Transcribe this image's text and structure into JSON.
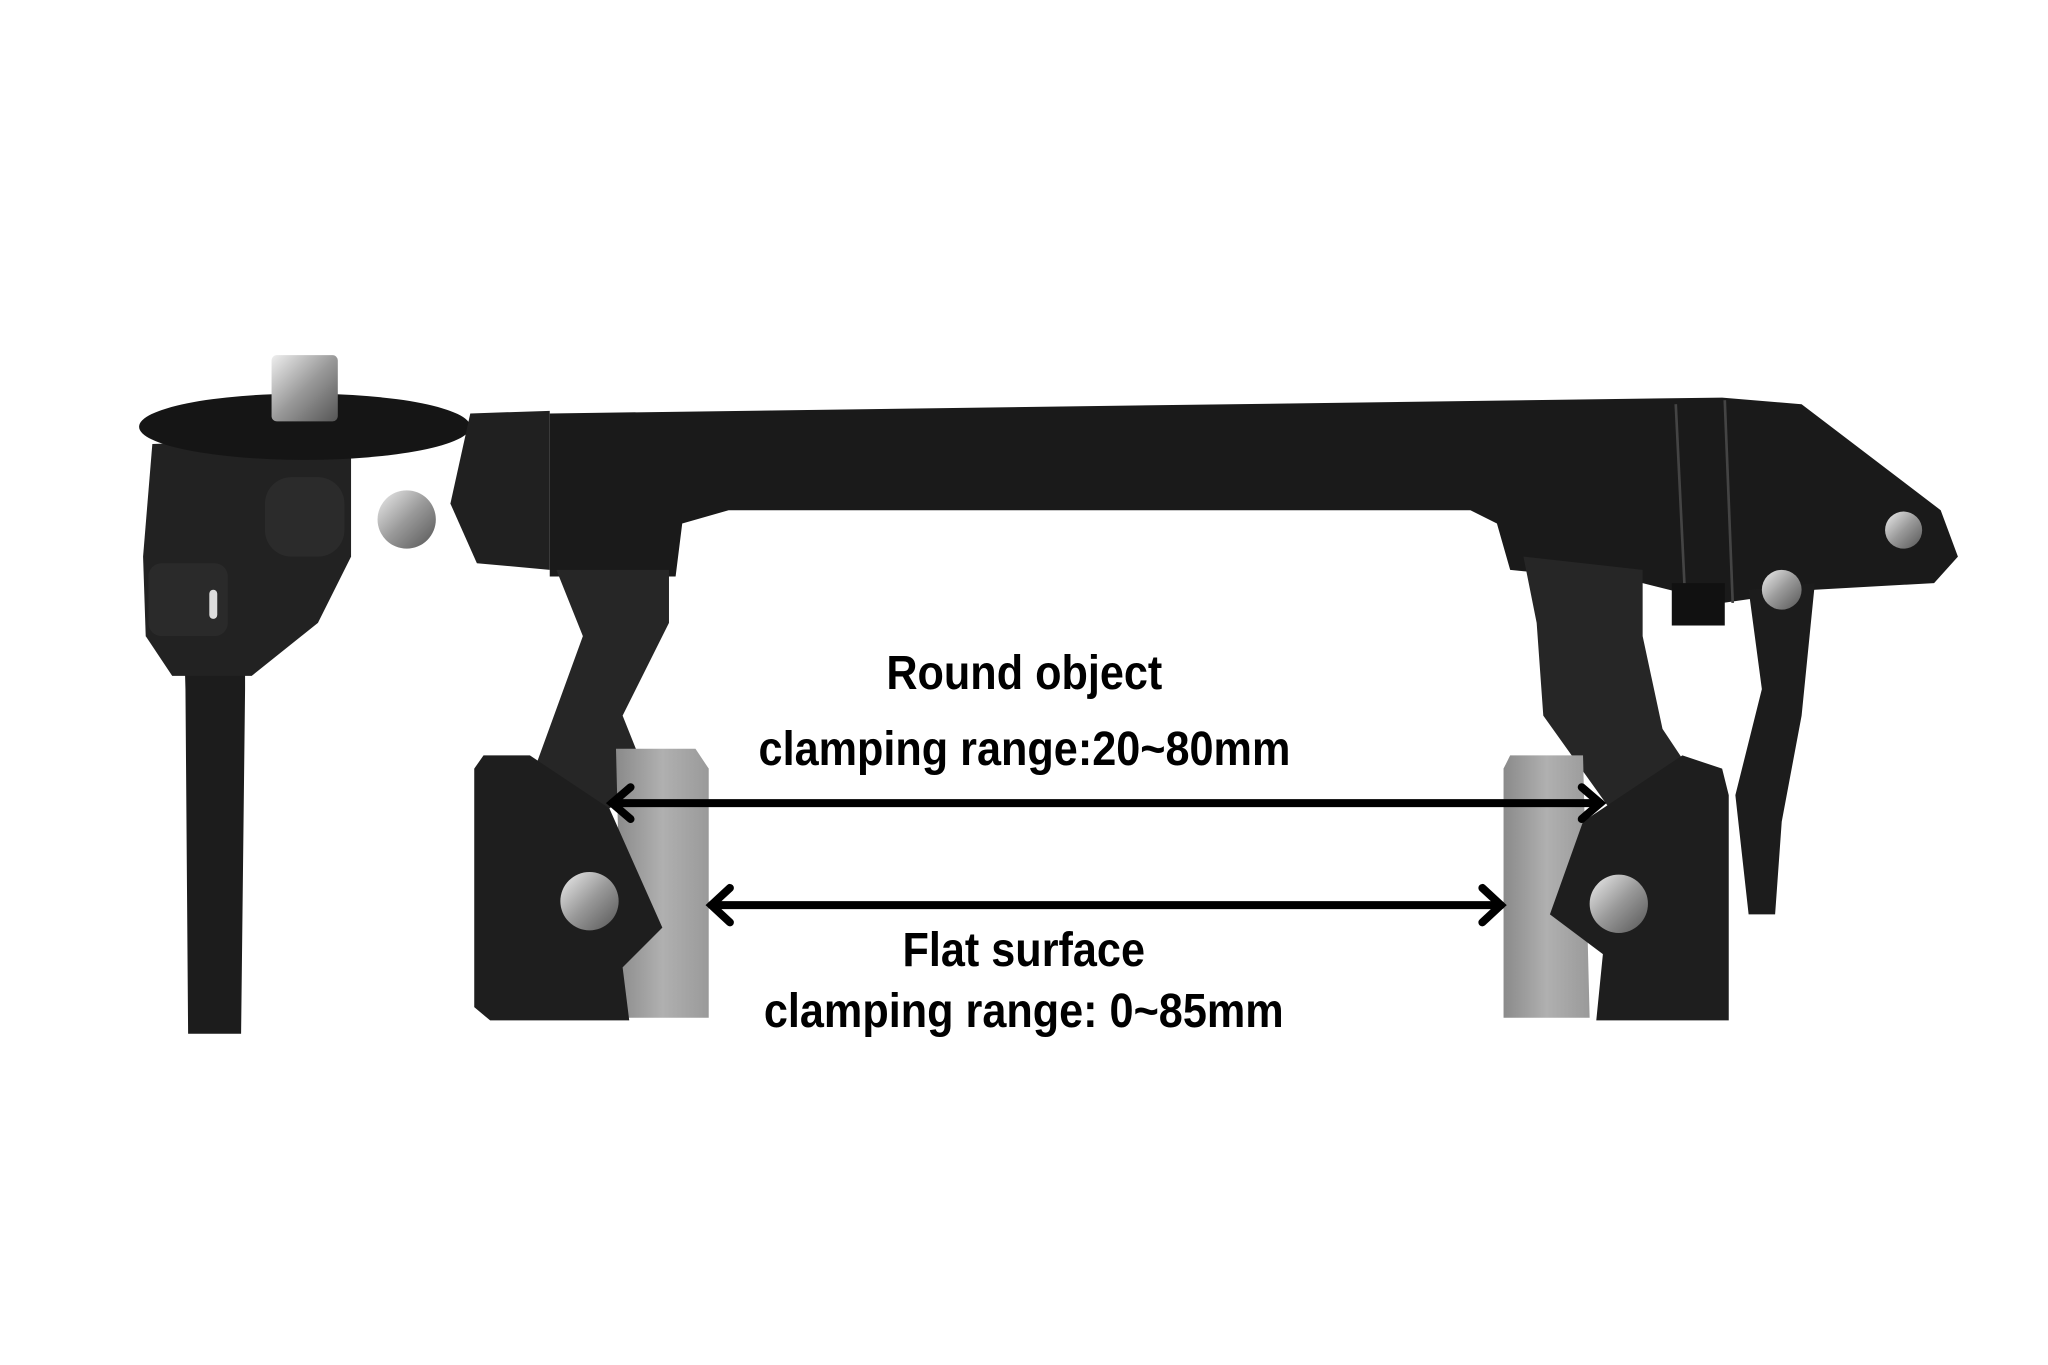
{
  "annotations": {
    "round_object": {
      "title": "Round object",
      "range": "clamping range:20~80mm"
    },
    "flat_surface": {
      "title": "Flat surface",
      "range": "clamping range: 0~85mm"
    }
  },
  "colors": {
    "body": "#1a1a1a",
    "pad": "#9a9a9a",
    "metal": "#b8b8b8",
    "arrow": "#000000"
  }
}
